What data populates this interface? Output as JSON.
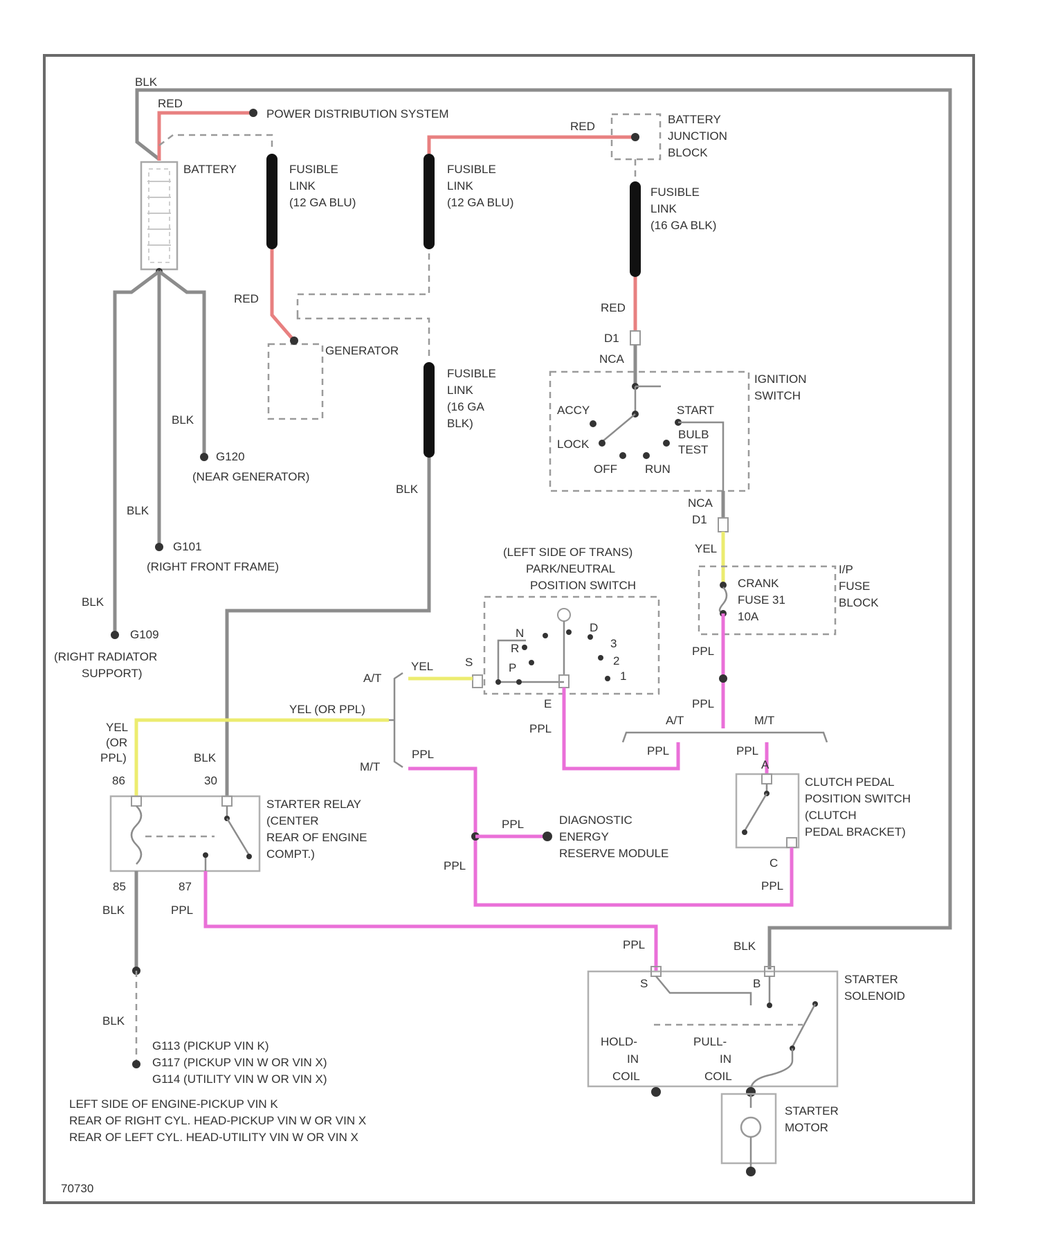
{
  "figure_id": "70730",
  "colors": {
    "red": "#e88080",
    "pink": "#ea70d8",
    "yellow": "#ecec70",
    "black": "#8c8c8c"
  },
  "wires": {
    "blk": "BLK",
    "red": "RED",
    "ppl": "PPL",
    "yel": "YEL",
    "yel_or_ppl": "YEL (OR PPL)",
    "yel_or": "YEL",
    "or": "(OR",
    "ppl_close": "PPL)",
    "nca": "NCA"
  },
  "terminals": {
    "d1": "D1",
    "d1b": "D1",
    "t85": "85",
    "t86": "86",
    "t87": "87",
    "t30": "30",
    "a": "A",
    "c": "C",
    "s": "S",
    "b": "B"
  },
  "battery": {
    "label": "BATTERY"
  },
  "power_distribution": {
    "label": "POWER DISTRIBUTION SYSTEM"
  },
  "fusible_link_1": {
    "l1": "FUSIBLE",
    "l2": "LINK",
    "l3": "(12 GA BLU)"
  },
  "fusible_link_2": {
    "l1": "FUSIBLE",
    "l2": "LINK",
    "l3": "(12 GA BLU)"
  },
  "fusible_link_3": {
    "l1": "FUSIBLE",
    "l2": "LINK",
    "l3": "(16 GA BLK)"
  },
  "fusible_link_4": {
    "l1": "FUSIBLE",
    "l2": "LINK",
    "l3": "(16 GA",
    "l4": "BLK)"
  },
  "battery_junction_block": {
    "l1": "BATTERY",
    "l2": "JUNCTION",
    "l3": "BLOCK"
  },
  "generator": {
    "label": "GENERATOR"
  },
  "grounds": {
    "g120": {
      "id": "G120",
      "location": "(NEAR GENERATOR)"
    },
    "g101": {
      "id": "G101",
      "location": "(RIGHT FRONT FRAME)"
    },
    "g109": {
      "id": "G109",
      "location_l1": "(RIGHT RADIATOR",
      "location_l2": "SUPPORT)"
    },
    "engine": {
      "ids": [
        "G113 (PICKUP VIN K)",
        "G117 (PICKUP VIN W OR VIN X)",
        "G114 (UTILITY VIN W OR VIN X)"
      ],
      "locations": [
        "LEFT SIDE OF ENGINE-PICKUP VIN K",
        "REAR OF RIGHT CYL. HEAD-PICKUP VIN W OR VIN X",
        "REAR OF LEFT CYL. HEAD-UTILITY VIN W OR VIN X"
      ]
    }
  },
  "ignition_switch": {
    "title_l1": "IGNITION",
    "title_l2": "SWITCH",
    "positions": {
      "accy": "ACCY",
      "lock": "LOCK",
      "off": "OFF",
      "run": "RUN",
      "start": "START",
      "bulb_l1": "BULB",
      "bulb_l2": "TEST"
    }
  },
  "ip_fuse_block": {
    "fuse_l1": "CRANK",
    "fuse_l2": "FUSE 31",
    "fuse_l3": "10A",
    "block_l1": "I/P",
    "block_l2": "FUSE",
    "block_l3": "BLOCK"
  },
  "prnd_switch": {
    "title_l1": "(LEFT SIDE OF TRANS)",
    "title_l2": "PARK/NEUTRAL",
    "title_l3": "POSITION SWITCH",
    "gears": [
      "P",
      "R",
      "N",
      "D",
      "3",
      "2",
      "1"
    ],
    "term_e": "E"
  },
  "transmission": {
    "at": "A/T",
    "mt": "M/T",
    "at2": "A/T",
    "mt2": "M/T"
  },
  "starter_relay": {
    "l1": "STARTER RELAY",
    "l2": "(CENTER",
    "l3": "REAR OF ENGINE",
    "l4": "COMPT.)"
  },
  "derm": {
    "l1": "DIAGNOSTIC",
    "l2": "ENERGY",
    "l3": "RESERVE MODULE"
  },
  "clutch_switch": {
    "l1": "CLUTCH PEDAL",
    "l2": "POSITION SWITCH",
    "l3": "(CLUTCH",
    "l4": "PEDAL BRACKET)"
  },
  "starter_solenoid": {
    "l1": "STARTER",
    "l2": "SOLENOID",
    "hold_l1": "HOLD-",
    "hold_l2": "IN",
    "hold_l3": "COIL",
    "pull_l1": "PULL-",
    "pull_l2": "IN",
    "pull_l3": "COIL"
  },
  "starter_motor": {
    "l1": "STARTER",
    "l2": "MOTOR"
  }
}
